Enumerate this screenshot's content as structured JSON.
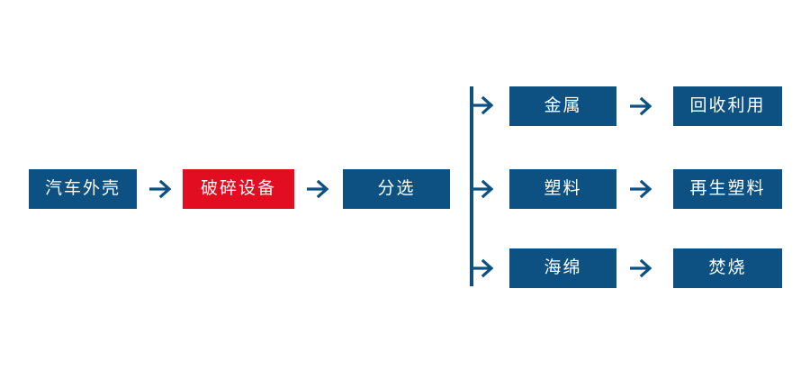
{
  "diagram": {
    "type": "process-flow",
    "title_text": "",
    "colors": {
      "primary_blue": "#0d5183",
      "highlight_red": "#e30d22",
      "text": "#ffffff",
      "background": "#ffffff"
    },
    "main_chain": [
      {
        "id": "car-shell",
        "label": "汽车外壳",
        "color": "blue"
      },
      {
        "id": "crusher",
        "label": "破碎设备",
        "color": "red"
      },
      {
        "id": "sorting",
        "label": "分选",
        "color": "blue"
      }
    ],
    "branches": [
      {
        "id": "metal",
        "material": {
          "label": "金属",
          "color": "blue"
        },
        "outcome": {
          "label": "回收利用",
          "color": "blue"
        }
      },
      {
        "id": "plastic",
        "material": {
          "label": "塑料",
          "color": "blue"
        },
        "outcome": {
          "label": "再生塑料",
          "color": "blue"
        }
      },
      {
        "id": "sponge",
        "material": {
          "label": "海绵",
          "color": "blue"
        },
        "outcome": {
          "label": "焚烧",
          "color": "blue"
        }
      }
    ],
    "connectors": {
      "arrow_icon": "arrow-right-icon",
      "split_icon": "split-bus-icon"
    }
  }
}
